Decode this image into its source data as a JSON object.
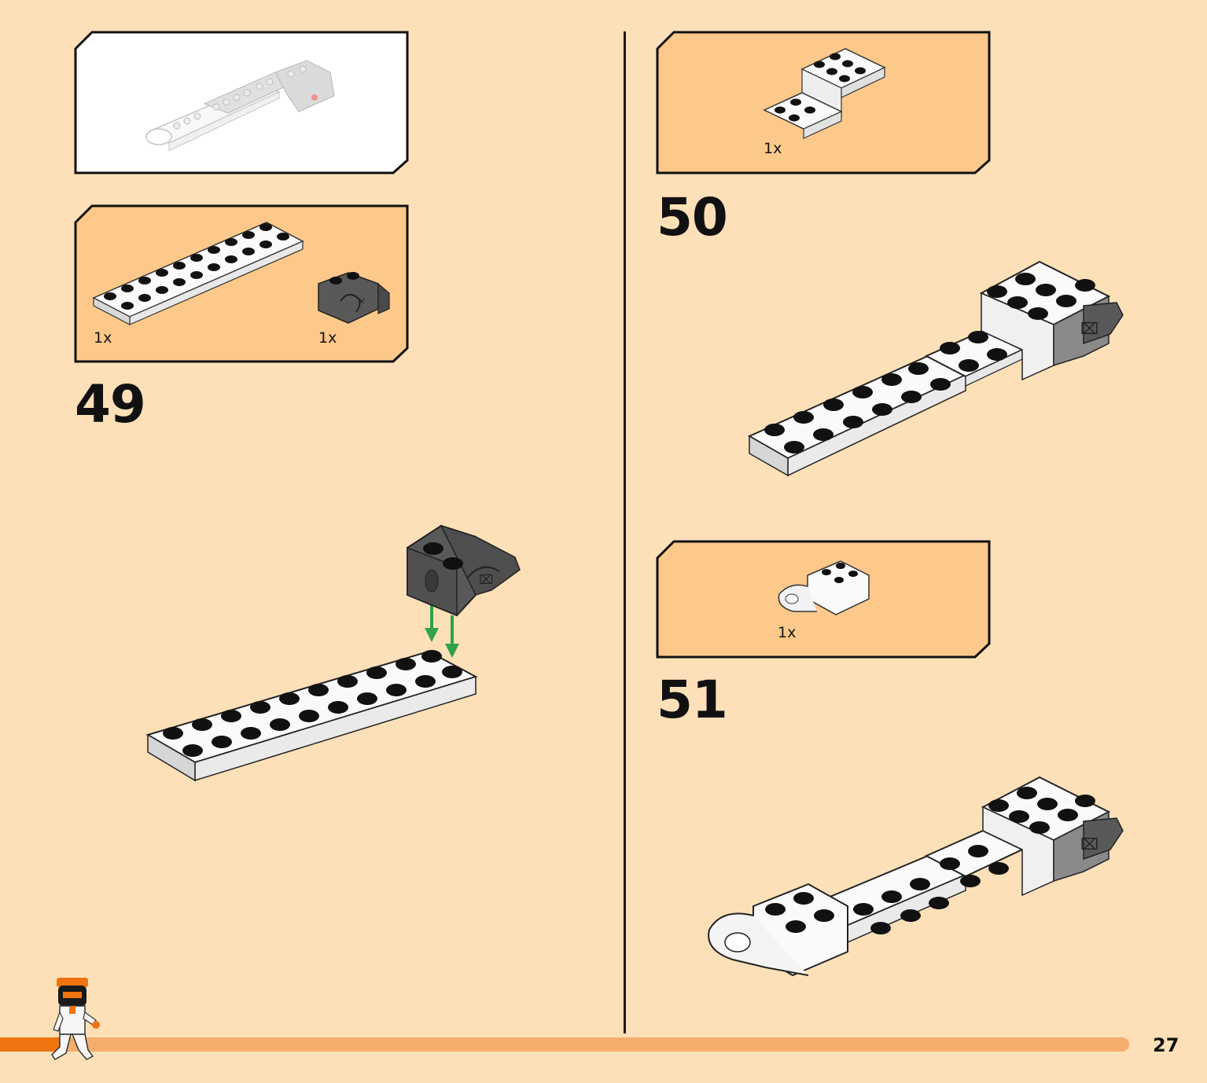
{
  "page": {
    "number": "27"
  },
  "progress": {
    "fraction": 0.06
  },
  "colors": {
    "background": "#fde0b8",
    "panel": "#fcc98a",
    "progress_fill": "#ef7410",
    "progress_track": "#f4ad6c",
    "arrow": "#2fa24a"
  },
  "overview": {
    "icon": "assembly-preview"
  },
  "steps": [
    {
      "number": "49",
      "parts": [
        {
          "qty": "1x",
          "part": "2x10-plate-white"
        },
        {
          "qty": "1x",
          "part": "technic-bracket-dark-grey"
        }
      ]
    },
    {
      "number": "50",
      "parts": [
        {
          "qty": "1x",
          "part": "bracket-plate-white"
        }
      ]
    },
    {
      "number": "51",
      "parts": [
        {
          "qty": "1x",
          "part": "ball-socket-brick-white"
        }
      ]
    }
  ]
}
